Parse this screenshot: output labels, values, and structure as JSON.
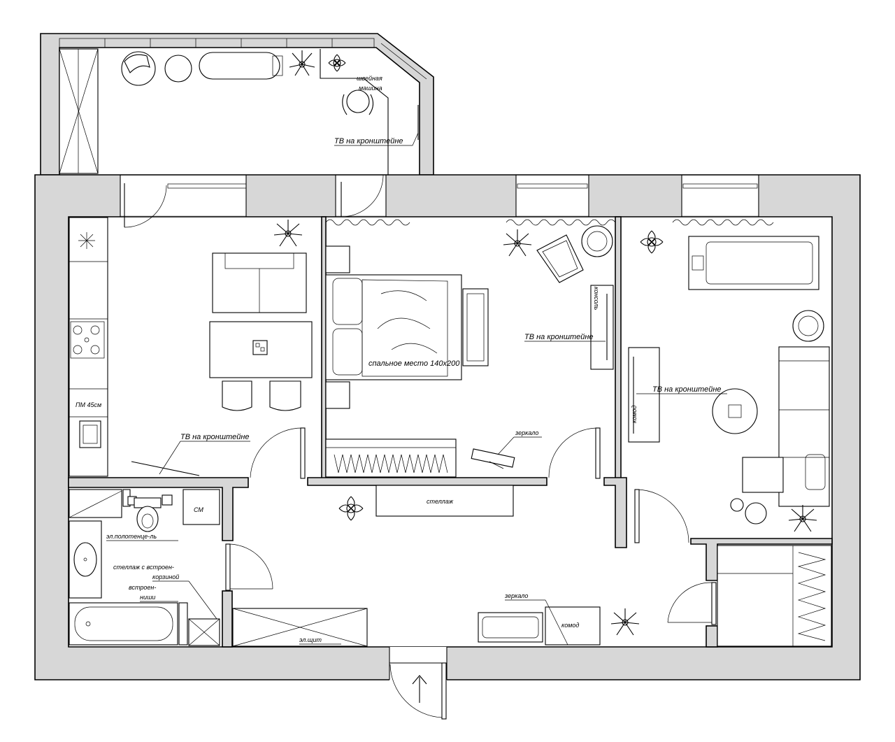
{
  "labels": {
    "sewing_machine_1": "швейная",
    "sewing_machine_2": "машина",
    "tv_balcony": "ТВ на кронштейне",
    "tv_bedroom": "ТВ на кронштейне",
    "tv_kitchen": "ТВ на кронштейне",
    "tv_living": "ТВ на кронштейне",
    "console": "консоль",
    "bed": "спальное место 140х200",
    "mirror_bedroom": "зеркало",
    "shelf_hall": "стеллаж",
    "dresser_living": "комод",
    "dishwasher": "ПМ 45см",
    "towel_dryer": "эл.полотенце-ль",
    "washer": "СМ",
    "shelf_basket_1": "стеллаж с встроен-",
    "shelf_basket_2": "корзиной",
    "niches_1": "встроен-",
    "niches_2": "ниши",
    "mirror_hall": "зеркало",
    "dresser_hall": "комод",
    "el_panel": "эл.щит"
  },
  "icons": [
    "plant-icon",
    "entrance-arrow-icon",
    "hob-icon",
    "sink-icon",
    "toilet-icon",
    "bathtub-icon",
    "vacuum-icon"
  ]
}
